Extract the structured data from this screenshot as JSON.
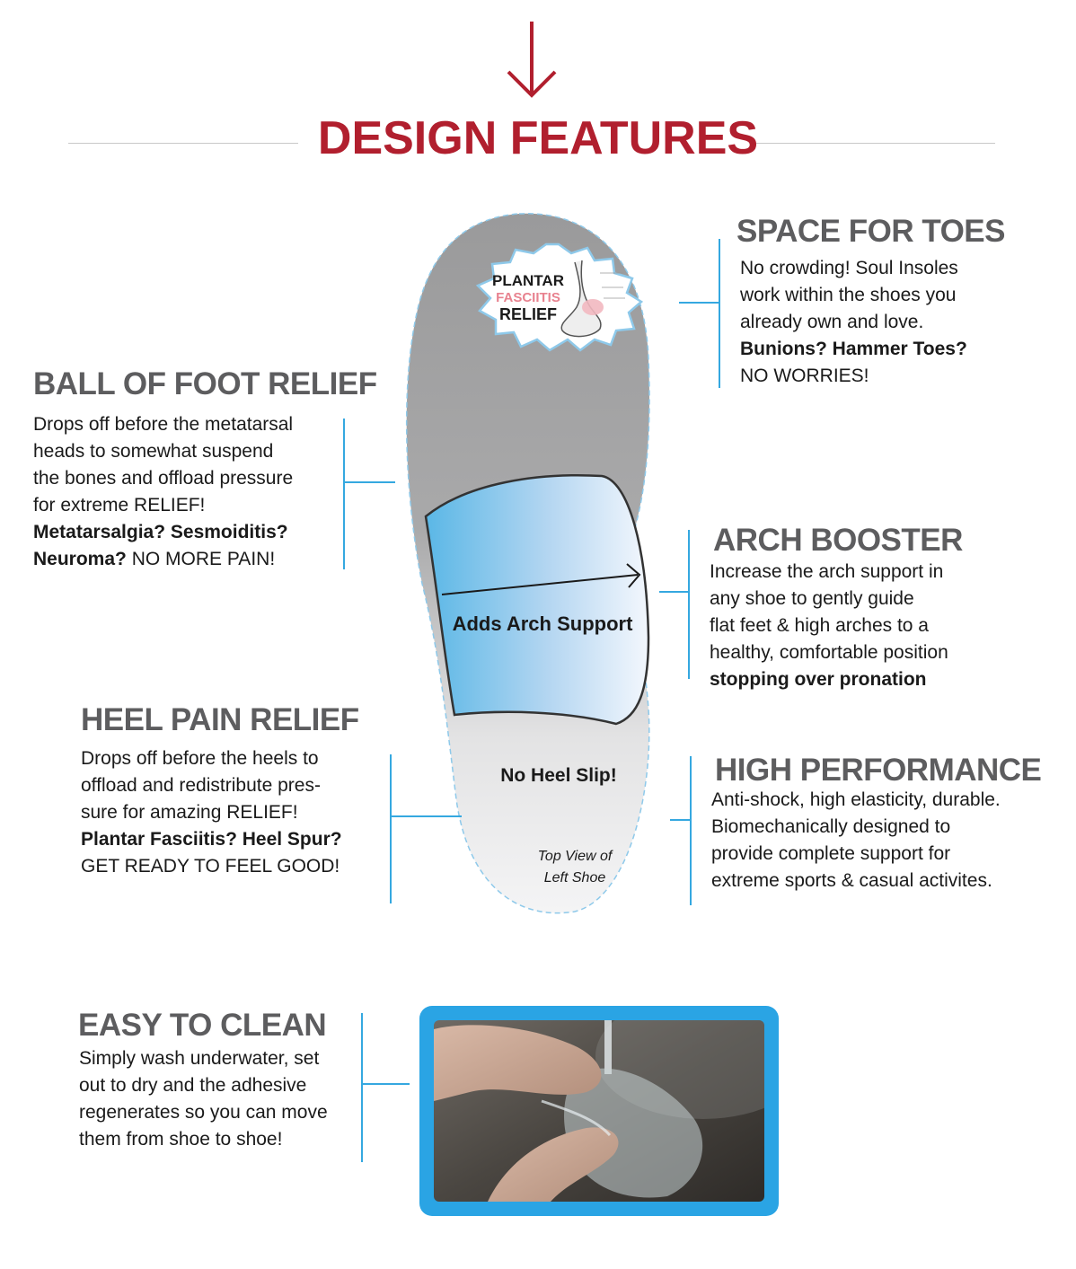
{
  "title": "DESIGN FEATURES",
  "colors": {
    "title_red": "#b11f2e",
    "heading_gray": "#5d5d5f",
    "connector_blue": "#35a8e0",
    "frame_blue": "#2aa4e4",
    "badge_pink": "#e8828f"
  },
  "badge": {
    "line1": "PLANTAR",
    "line2": "FASCIITIS",
    "line3": "RELIEF"
  },
  "insole": {
    "arch_label": "Adds Arch Support",
    "heel_label": "No Heel Slip!",
    "view_line1": "Top View of",
    "view_line2": "Left Shoe"
  },
  "features": {
    "toes": {
      "heading": "SPACE FOR TOES",
      "line1": "No crowding! Soul Insoles",
      "line2": "work within the shoes you",
      "line3": "already own and love.",
      "bold1": "Bunions? Hammer Toes?",
      "line4": "NO WORRIES!"
    },
    "ball": {
      "heading": "BALL OF FOOT RELIEF",
      "line1": "Drops off before the metatarsal",
      "line2": "heads to somewhat suspend",
      "line3": "the bones and offload pressure",
      "line4": "for extreme RELIEF!",
      "bold1": "Metatarsalgia? Sesmoiditis?",
      "bold2": "Neuroma?",
      "line5": " NO MORE PAIN!"
    },
    "arch": {
      "heading": "ARCH BOOSTER",
      "line1": "Increase the arch support in",
      "line2": "any shoe to gently guide",
      "line3": "flat feet & high arches to a",
      "line4": "healthy, comfortable position",
      "bold1": "stopping over pronation"
    },
    "heel": {
      "heading": "HEEL PAIN RELIEF",
      "line1": "Drops off before the heels to",
      "line2": "offload and redistribute pres-",
      "line3": "sure for amazing RELIEF!",
      "bold1": "Plantar Fasciitis? Heel Spur?",
      "line4": "GET READY TO FEEL GOOD!"
    },
    "perf": {
      "heading": "HIGH PERFORMANCE",
      "line1": "Anti-shock, high elasticity, durable.",
      "line2": "Biomechanically designed to",
      "line3": "provide complete support for",
      "line4": "extreme sports & casual activites."
    },
    "clean": {
      "heading": "EASY TO CLEAN",
      "line1": "Simply wash underwater, set",
      "line2": "out to dry and the adhesive",
      "line3": "regenerates so you can move",
      "line4": "them from shoe to shoe!"
    }
  }
}
